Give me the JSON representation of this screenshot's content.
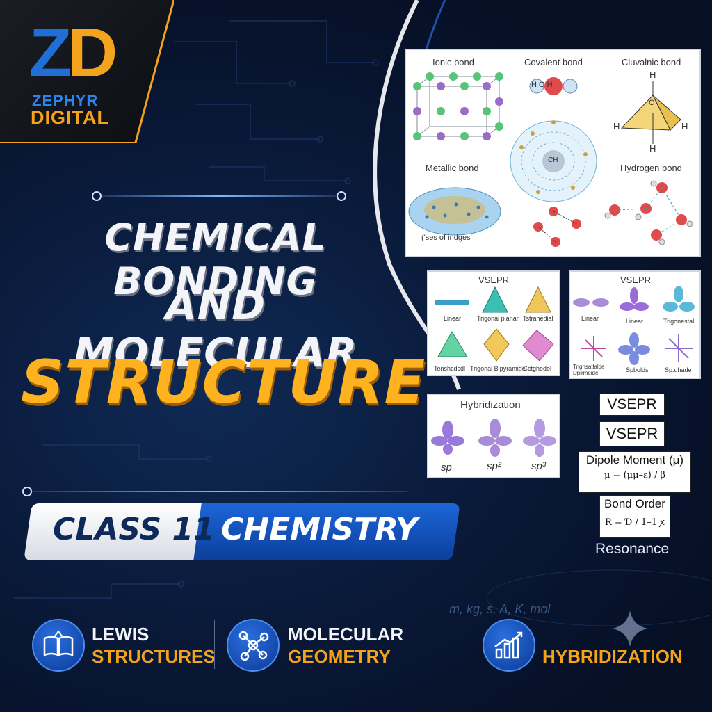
{
  "brand": {
    "mark_left": "Z",
    "mark_right": "D",
    "name_line1": "ZEPHYR",
    "name_line2": "DIGITAL"
  },
  "title": {
    "line1": "CHEMICAL BONDING",
    "line2": "AND MOLECULAR",
    "line3": "STRUCTURE"
  },
  "banner": {
    "class_label": "CLASS 11",
    "subject": "CHEMISTRY"
  },
  "bonds_panel": {
    "ionic": "Ionic bond",
    "covalent": "Covalent bond",
    "covalent_formula": "H O H",
    "clovalnic": "Cluvalnic bond",
    "metallic": "Metallic bond",
    "hydrogen": "Hydrogen bond",
    "center_atom": "CH",
    "sea_caption": "('ses of indges'",
    "h_top": "H",
    "h_left": "H",
    "h_right": "H",
    "h_bottom": "H",
    "c_label": "C"
  },
  "vsepr_panel_1": {
    "title": "VSEPR",
    "labels": [
      "Linear",
      "Trigonal planar",
      "Tstrahedial",
      "Tenshcdcdl",
      "Trigonal Bipyramide",
      "Gctghedel"
    ]
  },
  "vsepr_panel_2": {
    "title": "VSEPR",
    "labels": [
      "Linear",
      "Linear",
      "Trigonestal",
      "Trignsatlalde Dpirmeide",
      "Spbolds",
      "Sp.dhade"
    ]
  },
  "hybridization_panel": {
    "title": "Hybridization",
    "labels": [
      "sp",
      "sp²",
      "sp³"
    ]
  },
  "formula_boxes": {
    "vsepr_a": "VSEPR",
    "vsepr_b": "VSEPR",
    "dipole_title": "Dipole Moment (μ)",
    "dipole_formula": "μ = (μμ–ε) / β",
    "bond_order_title": "Bond Order",
    "bond_order_formula": "R = Ɗ / 1–1  ꭗ",
    "resonance": "Resonance"
  },
  "units_watermark": "m, kg, s, A, K, mol",
  "features": [
    {
      "line1": "LEWIS",
      "line2": "STRUCTURES",
      "icon": "open-book-icon"
    },
    {
      "line1": "MOLECULAR",
      "line2": "GEOMETRY",
      "icon": "molecule-icon"
    },
    {
      "line1": "",
      "line2": "HYBRIDIZATION",
      "icon": "bar-chart-icon"
    }
  ],
  "colors": {
    "blue": "#1f6fd6",
    "orange": "#f4a41c",
    "navy": "#0a1a3a",
    "white": "#f2f4f8"
  }
}
